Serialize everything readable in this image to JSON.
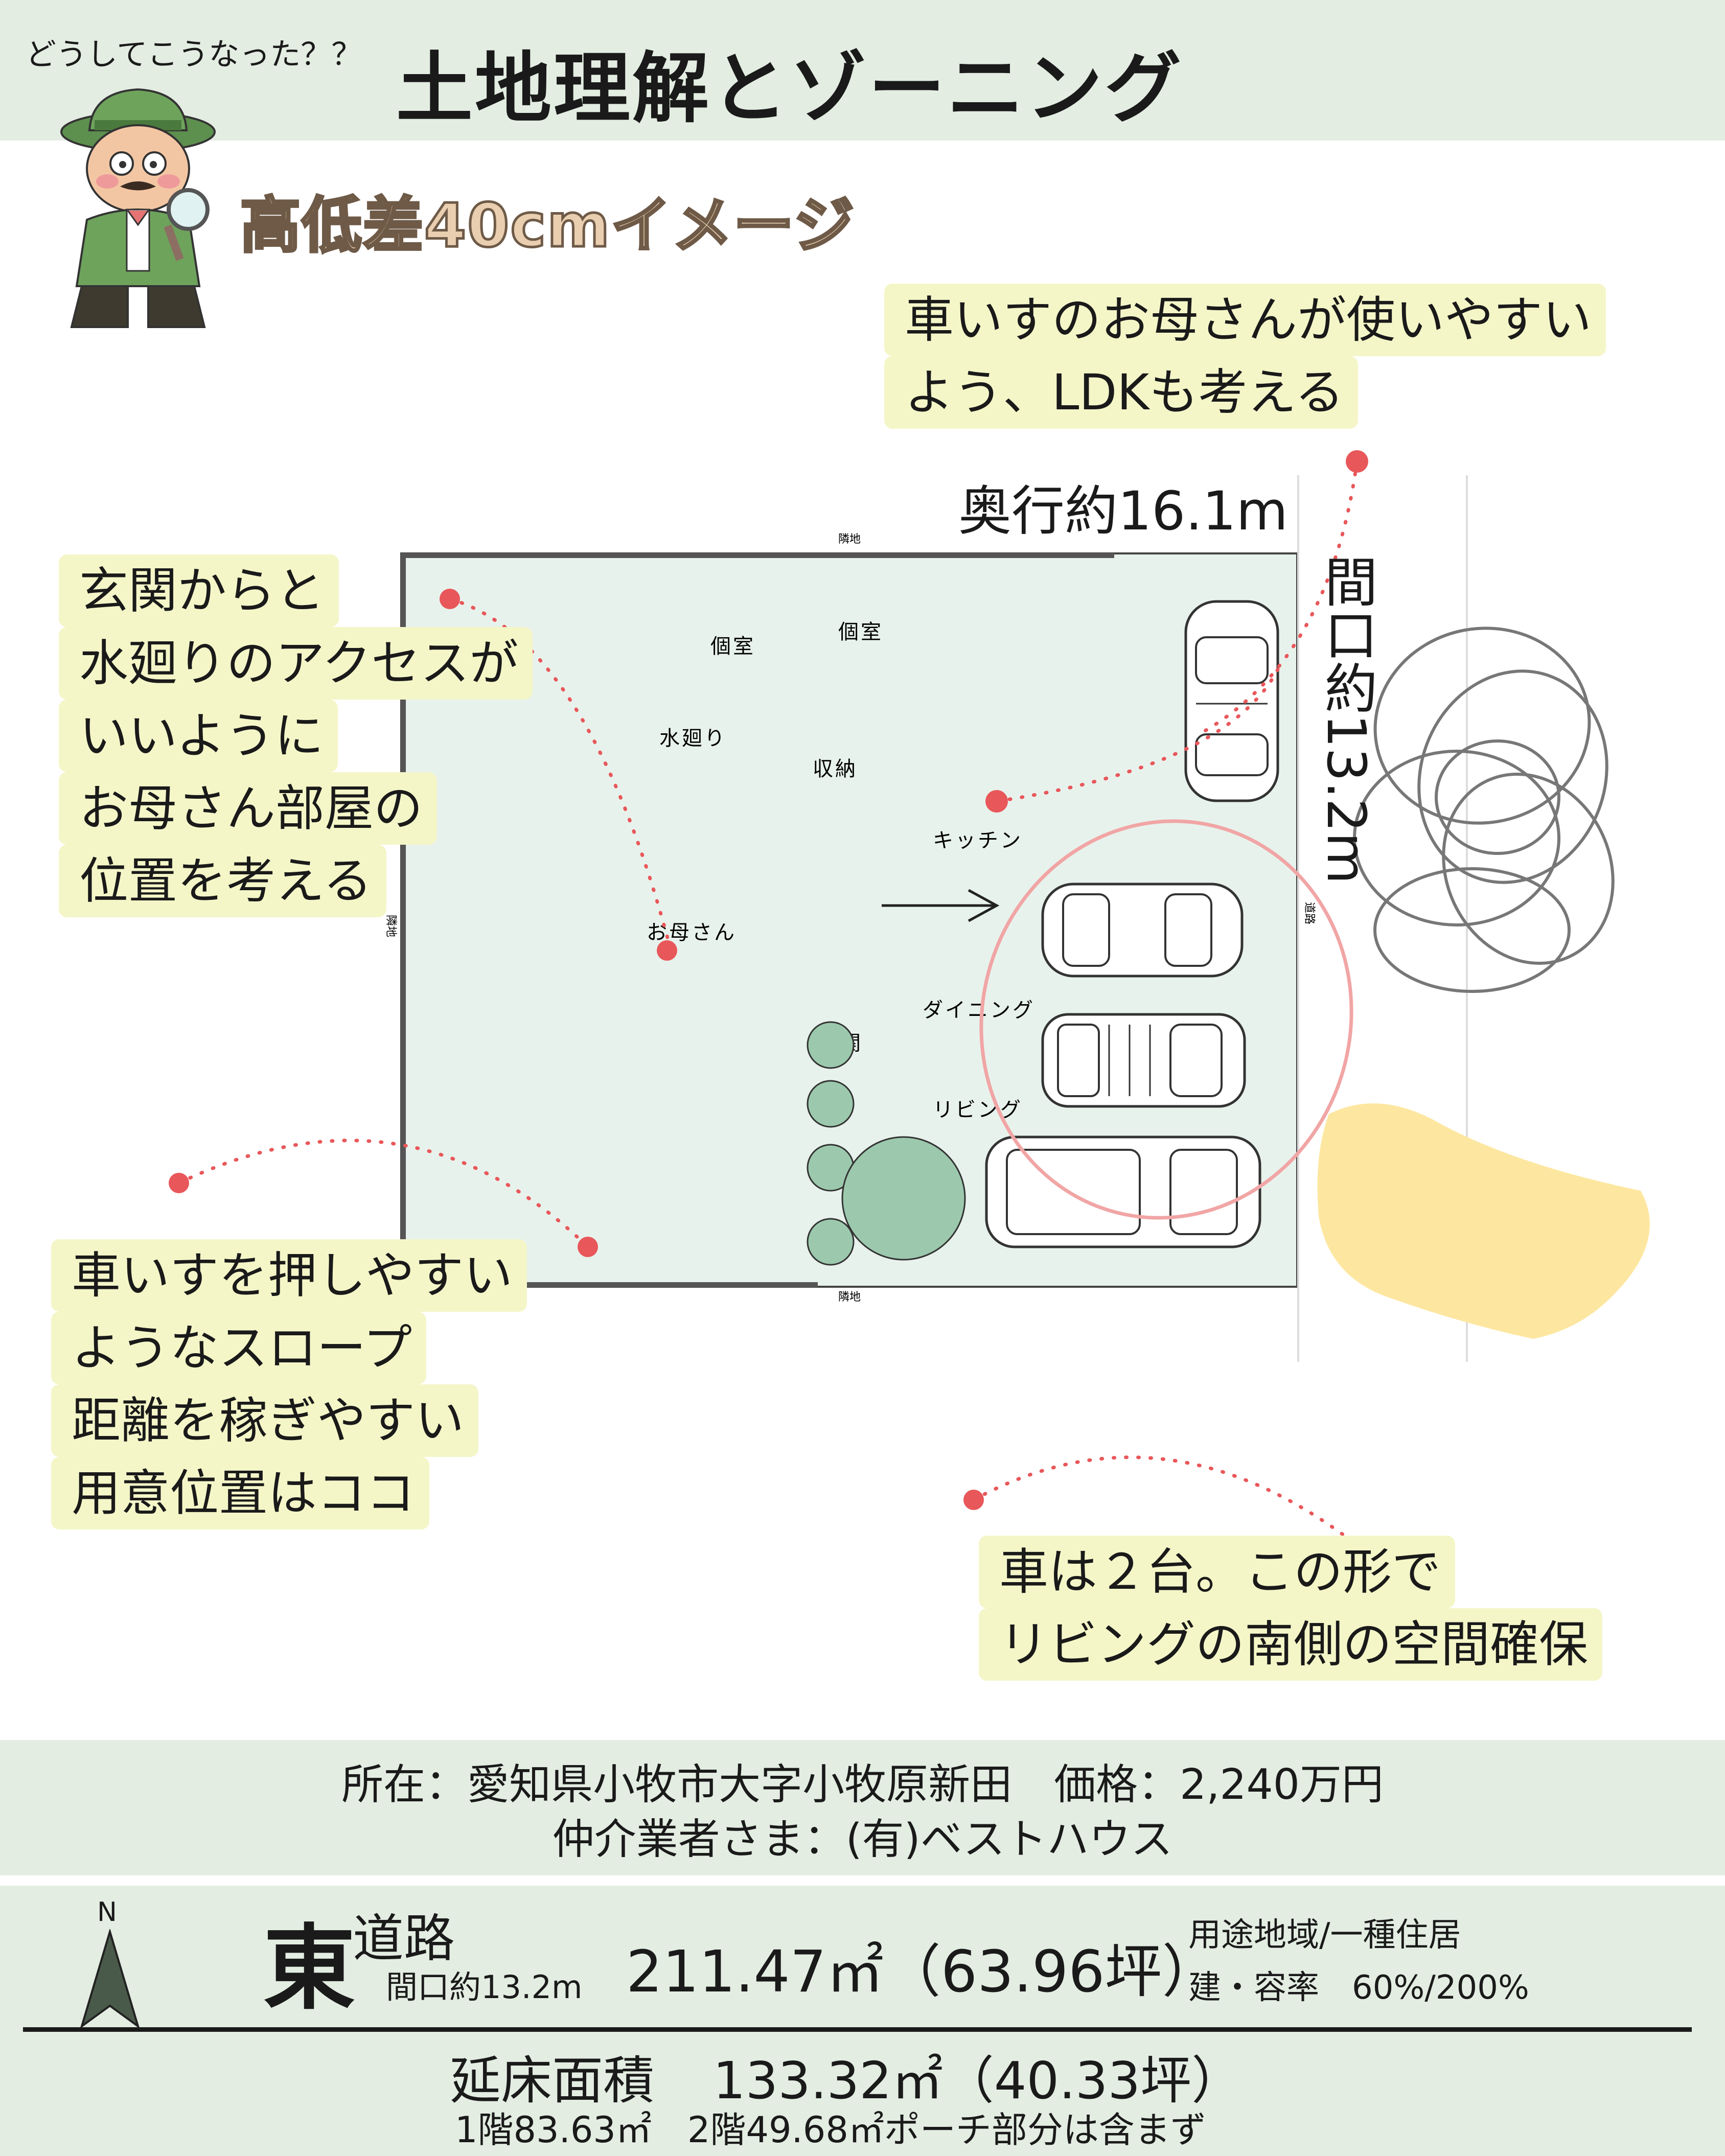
{
  "header": {
    "question": "どうしてこうなった？？",
    "title": "土地理解とゾーニング"
  },
  "subtitle": "高低差40cmイメージ",
  "callouts": {
    "ldk": [
      "車いすのお母さんが使いやすい",
      "よう、LDKも考える"
    ],
    "entrance": [
      "玄関からと",
      "水廻りのアクセスが",
      "いいように",
      "お母さん部屋の",
      "位置を考える"
    ],
    "slope": [
      "車いすを押しやすい",
      "ようなスロープ",
      "距離を稼ぎやすい",
      "用意位置はココ"
    ],
    "cars": [
      "車は２台。この形で",
      "リビングの南側の空間確保"
    ]
  },
  "plan": {
    "depth": "奥行約16.1m",
    "frontage": "間口約13.2m",
    "neighbor_top": "隣地",
    "neighbor_bottom": "隣地",
    "neighbor_left": "隣地",
    "road_side": "道路",
    "rooms": {
      "private1": "個室",
      "private2": "個室",
      "water": "水廻り",
      "storage": "収納",
      "kitchen": "キッチン",
      "mother": "お母さん",
      "dining": "ダイニング",
      "entrance": "玄関",
      "living": "リビング"
    }
  },
  "info": {
    "location": "所在：愛知県小牧市大字小牧原新田　価格：2,240万円",
    "agent": "仲介業者さま：(有)ベストハウス",
    "north": "N",
    "road_direction": "東",
    "road_label": "道路",
    "frontage": "間口約13.2m",
    "land_area": "211.47㎡（63.96坪）",
    "zoning": "用途地域/一種住居",
    "coverage": "建・容率　60%/200%",
    "floor_label": "延床面積",
    "floor_value": "133.32㎡（40.33坪）",
    "floor_detail": "1階83.63㎡　2階49.68㎡ポーチ部分は含まず"
  },
  "colors": {
    "header_band": "#e3ede2",
    "plan_fill": "#e8f2ec",
    "callout_bg": "#f4f6c8",
    "dot_red": "#e8575a",
    "tree_green": "#9cc9ad",
    "yellow_patch": "#fde7a0"
  }
}
